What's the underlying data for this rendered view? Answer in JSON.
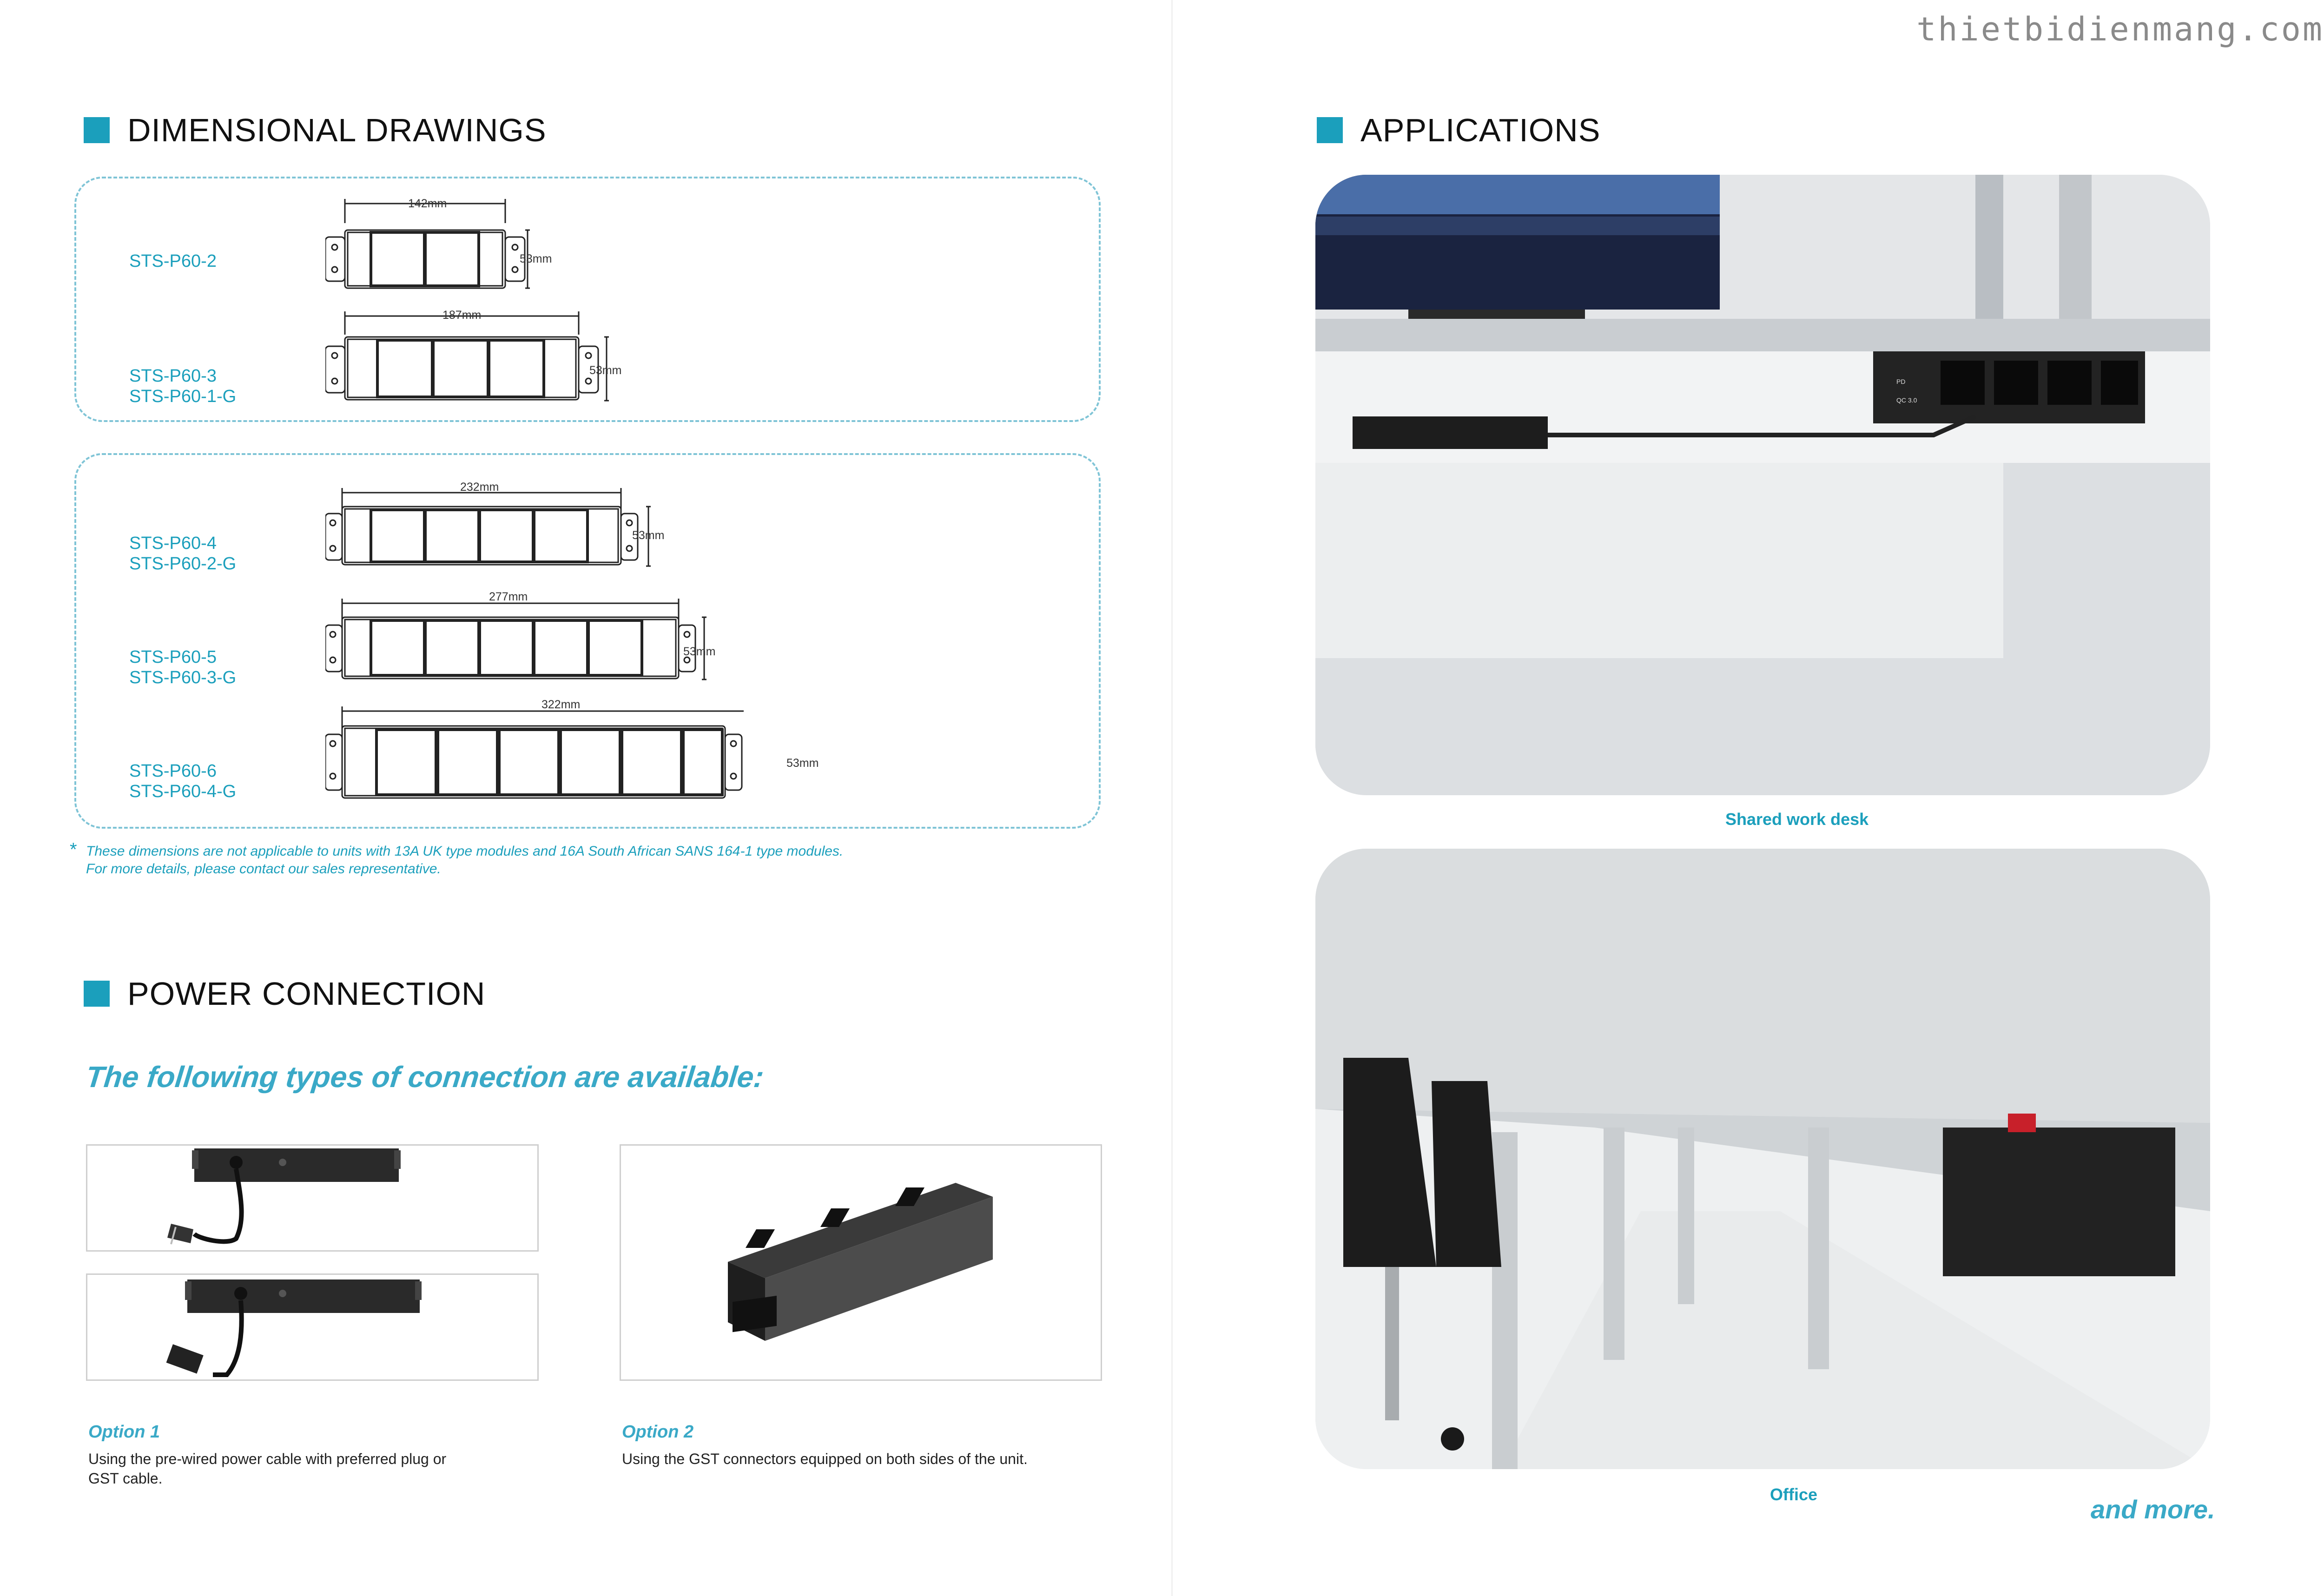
{
  "watermark": "thietbidienmang.com",
  "dimensional": {
    "title": "DIMENSIONAL DRAWINGS",
    "groups": [
      {
        "models": [
          "STS-P60-2"
        ],
        "width": "142mm",
        "height": "53mm",
        "modules": 2
      },
      {
        "models": [
          "STS-P60-3",
          "STS-P60-1-G"
        ],
        "width": "187mm",
        "height": "53mm",
        "modules": 3
      },
      {
        "models": [
          "STS-P60-4",
          "STS-P60-2-G"
        ],
        "width": "232mm",
        "height": "53mm",
        "modules": 4
      },
      {
        "models": [
          "STS-P60-5",
          "STS-P60-3-G"
        ],
        "width": "277mm",
        "height": "53mm",
        "modules": 5
      },
      {
        "models": [
          "STS-P60-6",
          "STS-P60-4-G"
        ],
        "width": "322mm",
        "height": "53mm",
        "modules": 6
      }
    ],
    "note_line1": "These dimensions are not applicable to units with 13A UK type modules and 16A South African SANS 164-1 type modules.",
    "note_line2": "For more details, please contact our sales representative."
  },
  "power": {
    "title": "POWER CONNECTION",
    "subtitle": "The following types of connection are available:",
    "option1_label": "Option 1",
    "option1_desc_line1": "Using the pre-wired power cable with preferred plug or",
    "option1_desc_line2": "GST cable.",
    "option2_label": "Option 2",
    "option2_desc": "Using the GST connectors equipped on both sides of the unit."
  },
  "applications": {
    "title": "APPLICATIONS",
    "caption1": "Shared work desk",
    "caption2": "Office",
    "more": "and more.",
    "socket_labels": [
      "PD",
      "QC 3.0"
    ]
  },
  "colors": {
    "accent": "#1b9fbc",
    "dash": "#7fc4d6"
  }
}
